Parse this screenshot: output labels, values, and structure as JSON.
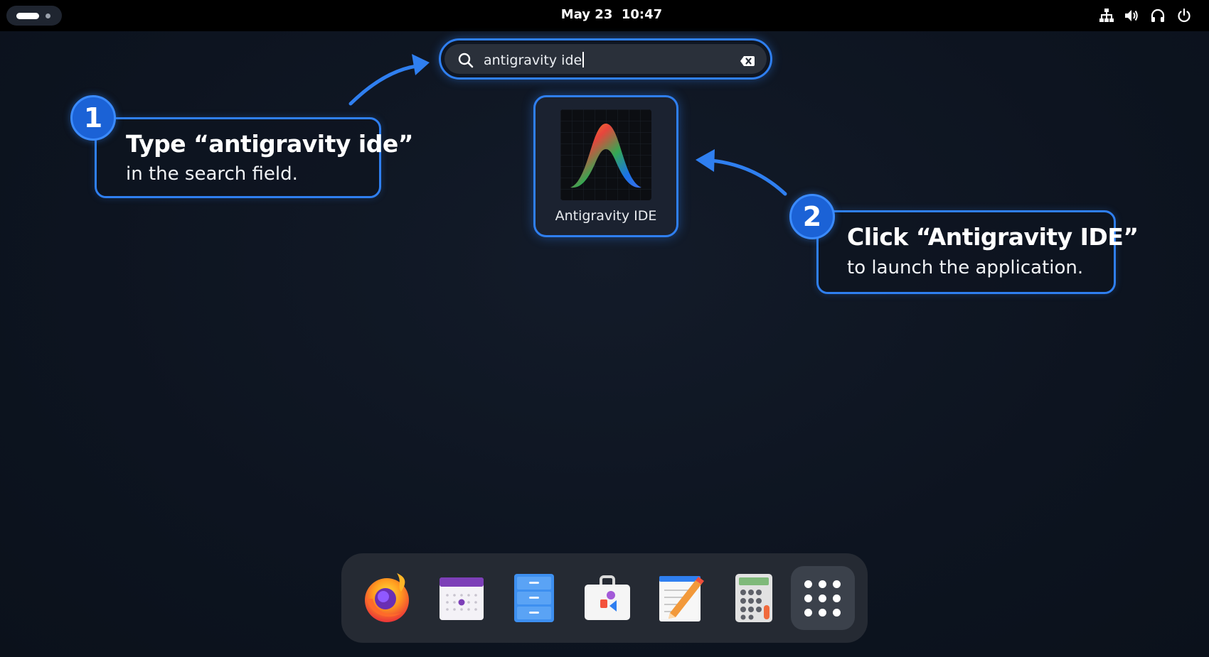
{
  "topbar": {
    "clock": "May 23  10:47",
    "tray_icons": [
      "network-icon",
      "volume-icon",
      "headphones-icon",
      "power-icon"
    ]
  },
  "search": {
    "value": "antigravity ide"
  },
  "results": [
    {
      "label": "Antigravity IDE",
      "icon": "antigravity-ide-icon"
    }
  ],
  "callouts": [
    {
      "number": "1",
      "title": "Type “antigravity ide”",
      "subtitle": "in the search field."
    },
    {
      "number": "2",
      "title": "Click “Antigravity IDE”",
      "subtitle": "to launch the application."
    }
  ],
  "dock": {
    "apps": [
      "firefox-icon",
      "calendar-icon",
      "files-icon",
      "software-icon",
      "text-editor-icon",
      "calculator-icon"
    ],
    "show_apps": "app-grid-icon"
  },
  "colors": {
    "accent": "#2f7ff0",
    "badge": "#1b62d6",
    "background": "#0d1420",
    "topbar": "#000000"
  }
}
